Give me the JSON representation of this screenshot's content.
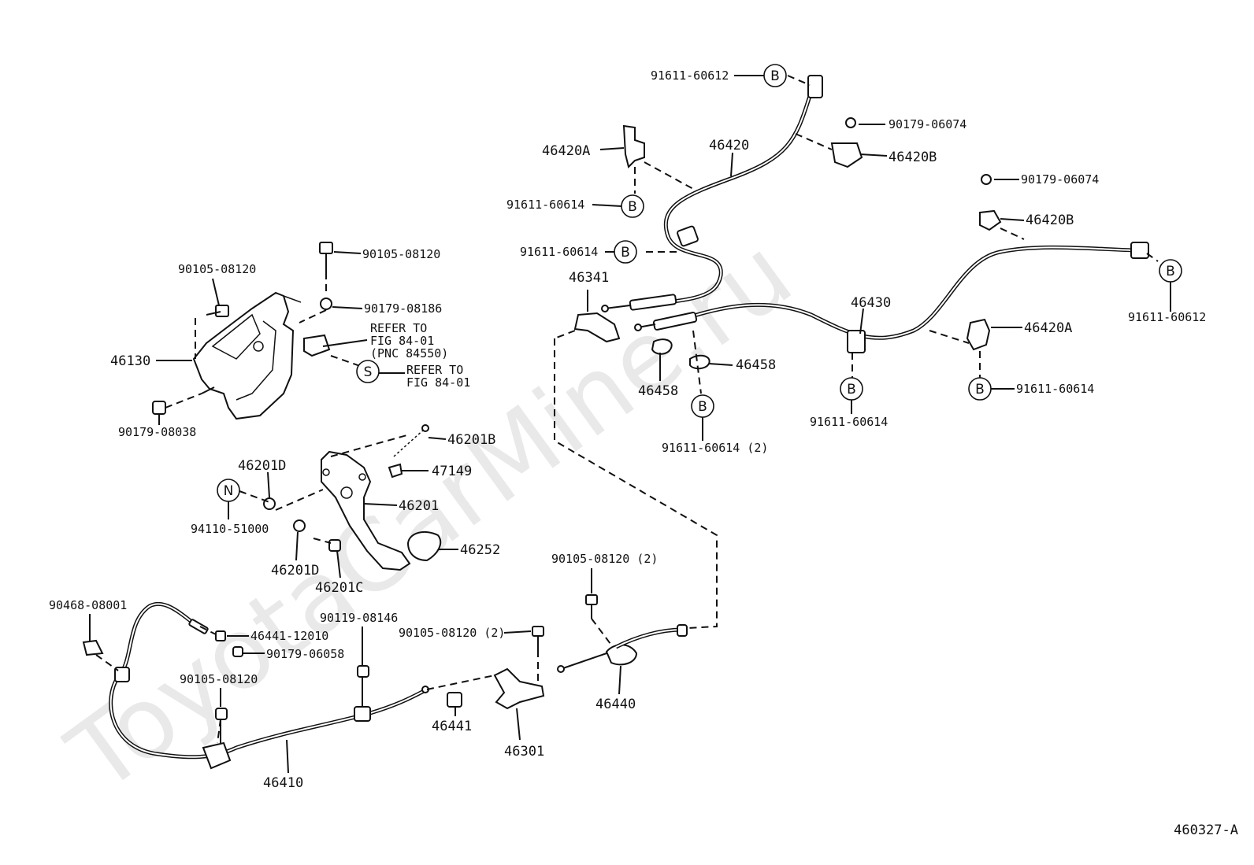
{
  "watermark": "ToyotaCarMine.ru",
  "figure_code": "460327-A",
  "labels": {
    "l01": "91611-60612",
    "l02": "90179-06074",
    "l03": "46420B",
    "l04": "46420",
    "l05": "46420A",
    "l06": "91611-60614",
    "l07": "90179-06074",
    "l08": "46420B",
    "l09": "91611-60614",
    "l10": "46341",
    "l11": "46430",
    "l12": "91611-60612",
    "l13": "46420A",
    "l14": "46458",
    "l15": "46458",
    "l16": "91611-60614",
    "l17": "91611-60614",
    "l18": "91611-60614 (2)",
    "l19": "90105-08120",
    "l20": "90105-08120",
    "l21": "90179-08186",
    "l22": "REFER TO",
    "l23": "FIG 84-01",
    "l24": "(PNC 84550)",
    "l25": "REFER TO",
    "l26": "FIG 84-01",
    "l27": "46130",
    "l28": "90179-08038",
    "l29": "46201B",
    "l30": "47149",
    "l31": "46201D",
    "l32": "46201",
    "l33": "94110-51000",
    "l34": "46252",
    "l35": "46201D",
    "l36": "46201C",
    "l37": "90105-08120 (2)",
    "l38": "90468-08001",
    "l39": "46441-12010",
    "l40": "90119-08146",
    "l41": "90179-06058",
    "l42": "90105-08120 (2)",
    "l43": "90105-08120",
    "l44": "46441",
    "l45": "46440",
    "l46": "46301",
    "l47": "46410"
  },
  "markers": {
    "b1": "B",
    "b2": "B",
    "b3": "B",
    "b4": "B",
    "b5": "B",
    "b6": "B",
    "b7": "B",
    "s1": "S",
    "n1": "N"
  }
}
